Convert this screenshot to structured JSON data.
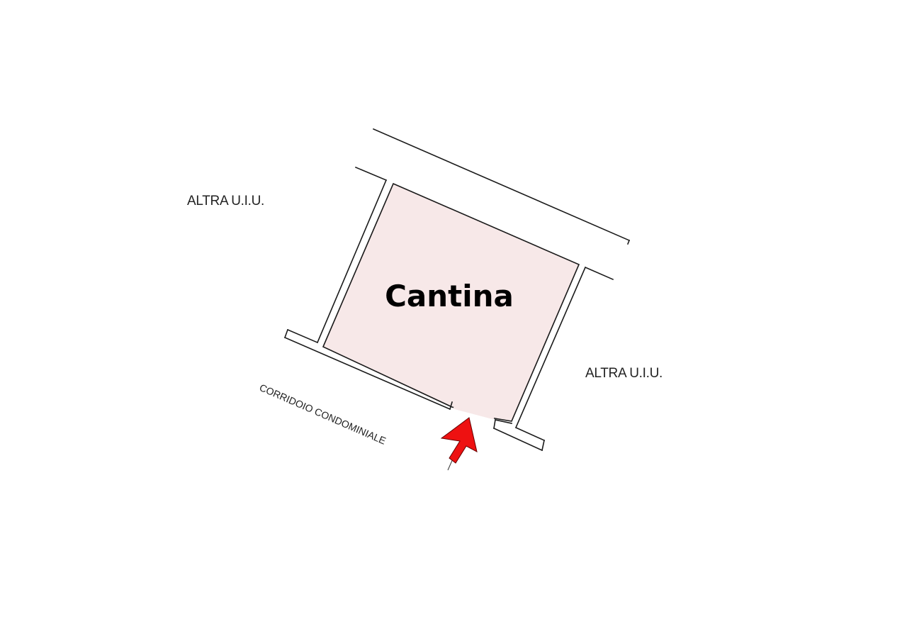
{
  "plan": {
    "room": {
      "name": "Cantina",
      "fill_color": "#f7e8e8"
    },
    "neighbors": [
      {
        "label": "ALTRA U.I.U."
      },
      {
        "label": "ALTRA U.I.U."
      }
    ],
    "corridor": {
      "label": "CORRIDOIO CONDOMINIALE"
    },
    "entrance": {
      "icon": "entry-arrow-icon",
      "color": "#ee1111"
    },
    "line_color": "#1a1a1a"
  }
}
